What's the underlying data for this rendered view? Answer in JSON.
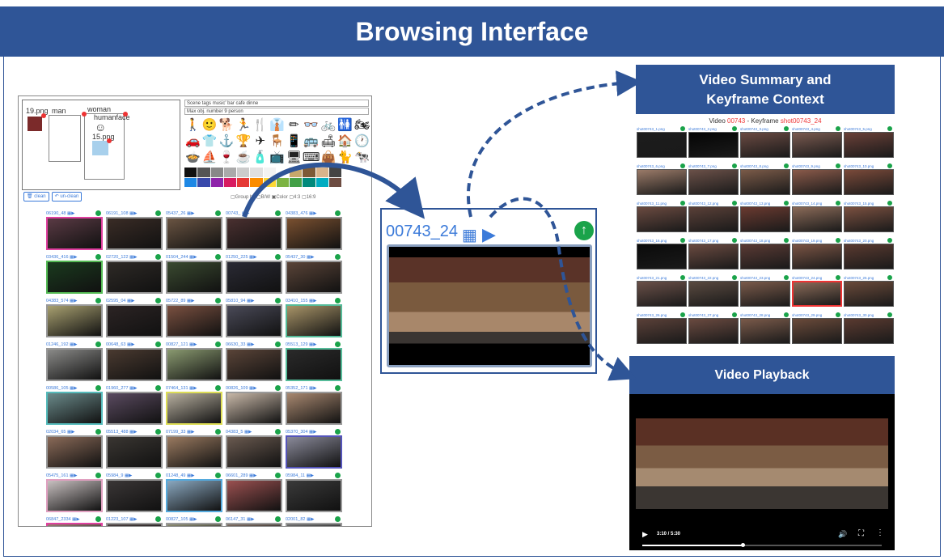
{
  "header": {
    "title": "Browsing Interface"
  },
  "app": {
    "canvas": {
      "labels": [
        "19.png",
        "man",
        "woman",
        "humanface",
        "15.png"
      ]
    },
    "tags_line": "Scene tags music' bar cafe dinne",
    "max_line": "Max obj. number 9 person",
    "icons": [
      "🚶",
      "🙂",
      "🐕",
      "🏃",
      "🍴",
      "👔",
      "✏",
      "👓",
      "🚲",
      "🚻",
      "🏍",
      "🚗",
      "👕",
      "⚓",
      "🏆",
      "✈",
      "🪑",
      "📱",
      "🚌",
      "🛋",
      "🏠",
      "🕐",
      "🍲",
      "⛵",
      "🍷",
      "☕",
      "🧴",
      "📺",
      "🖥",
      "⌨",
      "👜",
      "🐈",
      "🐄",
      "🐘",
      "🐎",
      "🦒",
      "☂",
      "🪁",
      "✂",
      "🍌",
      "🥦",
      "🪴",
      "🍎"
    ],
    "colors": [
      "#111111",
      "#555555",
      "#888888",
      "#aaaaaa",
      "#cccccc",
      "#e0e0e0",
      "#f3f3f3",
      "#ffffff",
      "#c8a86b",
      "#7d5a36",
      "#d9b48c",
      "#444444",
      "#1e88e5",
      "#3949ab",
      "#8e24aa",
      "#d81b60",
      "#e53935",
      "#fb8c00",
      "#fdd835",
      "#7cb342",
      "#43a047",
      "#00897b",
      "#00acc1",
      "#6d4c41"
    ],
    "clean_label": "clean",
    "unclean_label": "un-clean",
    "group_options": "▢Group by  ▢B/W  ▣Color  ▢4:3  ▢16:9",
    "grid": [
      {
        "id": "06190_48",
        "color": "#e040a0",
        "bg": "#5a3a44"
      },
      {
        "id": "06191_108",
        "color": "#999999",
        "bg": "#3a2c26"
      },
      {
        "id": "05437_26",
        "color": "#999999",
        "bg": "#6a5442"
      },
      {
        "id": "00743_",
        "color": "#999999",
        "bg": "#4a3030"
      },
      {
        "id": "04383_476",
        "color": "#999999",
        "bg": "#7a5030"
      },
      {
        "id": "03436_416",
        "color": "#55bb55",
        "bg": "#1a3a1e"
      },
      {
        "id": "02720_122",
        "color": "#999999",
        "bg": "#2e2a26"
      },
      {
        "id": "01504_244",
        "color": "#999999",
        "bg": "#3a4a30"
      },
      {
        "id": "01250_225",
        "color": "#999999",
        "bg": "#2a2a34"
      },
      {
        "id": "05437_30",
        "color": "#999999",
        "bg": "#5a4438"
      },
      {
        "id": "04383_574",
        "color": "#999999",
        "bg": "#a8a070"
      },
      {
        "id": "02595_04",
        "color": "#999999",
        "bg": "#2c2424"
      },
      {
        "id": "05722_89",
        "color": "#999999",
        "bg": "#7a5040"
      },
      {
        "id": "05810_94",
        "color": "#999999",
        "bg": "#4a4a58"
      },
      {
        "id": "03410_155",
        "color": "#55bb99",
        "bg": "#a89468"
      },
      {
        "id": "01246_192",
        "color": "#999999",
        "bg": "#8a8a88"
      },
      {
        "id": "00648_63",
        "color": "#999999",
        "bg": "#4a3a30"
      },
      {
        "id": "00827_121",
        "color": "#999999",
        "bg": "#8a9a70"
      },
      {
        "id": "06630_33",
        "color": "#999999",
        "bg": "#5a4438"
      },
      {
        "id": "05513_129",
        "color": "#55bb99",
        "bg": "#2a2a2a"
      },
      {
        "id": "00586_105",
        "color": "#55bbbb",
        "bg": "#6a8a8a"
      },
      {
        "id": "01960_277",
        "color": "#999999",
        "bg": "#5a4a60"
      },
      {
        "id": "07464_131",
        "color": "#dddd55",
        "bg": "#b8b0a0"
      },
      {
        "id": "00826_109",
        "color": "#999999",
        "bg": "#c8b8a8"
      },
      {
        "id": "05352_171",
        "color": "#999999",
        "bg": "#a88870"
      },
      {
        "id": "02034_65",
        "color": "#999999",
        "bg": "#8a6a58"
      },
      {
        "id": "05513_488",
        "color": "#999999",
        "bg": "#3a3632"
      },
      {
        "id": "07199_33",
        "color": "#999999",
        "bg": "#9a7a60"
      },
      {
        "id": "04383_5",
        "color": "#999999",
        "bg": "#6a5a50"
      },
      {
        "id": "05370_304",
        "color": "#5555bb",
        "bg": "#8a8a9a"
      },
      {
        "id": "05475_161",
        "color": "#e0a0c0",
        "bg": "#c8c0c0"
      },
      {
        "id": "05984_9",
        "color": "#999999",
        "bg": "#3a3636"
      },
      {
        "id": "01248_49",
        "color": "#55aadd",
        "bg": "#8aa8c0"
      },
      {
        "id": "06601_289",
        "color": "#999999",
        "bg": "#9a5050"
      },
      {
        "id": "05984_11",
        "color": "#999999",
        "bg": "#3a3a3a"
      },
      {
        "id": "06847_2334",
        "color": "#e040a0",
        "bg": "#9a7a70"
      },
      {
        "id": "01223_107",
        "color": "#999999",
        "bg": "#4a4040"
      },
      {
        "id": "00827_105",
        "color": "#999999",
        "bg": "#8a8a70"
      },
      {
        "id": "06147_31",
        "color": "#999999",
        "bg": "#7a6a60"
      },
      {
        "id": "02001_82",
        "color": "#999999",
        "bg": "#6a6a6a"
      }
    ]
  },
  "enlarged": {
    "id": "00743_24"
  },
  "summary": {
    "title": "Video Summary and Keyframe Context",
    "caption_prefix": "Video ",
    "caption_video": "00743",
    "caption_mid": " - Keyframe ",
    "caption_shot": "shot00743_24",
    "selected_index": 23,
    "frames": [
      {
        "label": "shot00743_1.png",
        "bg": "#1c1c1c"
      },
      {
        "label": "shot00743_2.png",
        "bg": "#050505"
      },
      {
        "label": "shot00743_3.png",
        "bg": "#6a4a42"
      },
      {
        "label": "shot00743_4.png",
        "bg": "#7a5a50"
      },
      {
        "label": "shot00743_5.png",
        "bg": "#6a4038"
      },
      {
        "label": "shot00743_6.png",
        "bg": "#9a7a68"
      },
      {
        "label": "shot00743_7.png",
        "bg": "#6a5048"
      },
      {
        "label": "shot00743_8.png",
        "bg": "#7a5a48"
      },
      {
        "label": "shot00743_9.png",
        "bg": "#8a5a4a"
      },
      {
        "label": "shot00743_10.png",
        "bg": "#7a4a3a"
      },
      {
        "label": "shot00743_11.png",
        "bg": "#6a4a40"
      },
      {
        "label": "shot00743_12.png",
        "bg": "#5a4038"
      },
      {
        "label": "shot00743_13.png",
        "bg": "#6a3a30"
      },
      {
        "label": "shot00743_14.png",
        "bg": "#8a6a58"
      },
      {
        "label": "shot00743_15.png",
        "bg": "#7a5040"
      },
      {
        "label": "shot00743_16.png",
        "bg": "#0a0a0a"
      },
      {
        "label": "shot00743_17.png",
        "bg": "#6a4a40"
      },
      {
        "label": "shot00743_18.png",
        "bg": "#5a3a34"
      },
      {
        "label": "shot00743_19.png",
        "bg": "#7a5444"
      },
      {
        "label": "shot00743_20.png",
        "bg": "#5a3a30"
      },
      {
        "label": "shot00743_21.png",
        "bg": "#6a5048"
      },
      {
        "label": "shot00743_22.png",
        "bg": "#5a4a40"
      },
      {
        "label": "shot00743_23.png",
        "bg": "#7a5a4a"
      },
      {
        "label": "shot00743_24.png",
        "bg": "#8a6a58"
      },
      {
        "label": "shot00743_25.png",
        "bg": "#6a4a3a"
      },
      {
        "label": "shot00743_26.png",
        "bg": "#5a4038"
      },
      {
        "label": "shot00743_27.png",
        "bg": "#6a4a40"
      },
      {
        "label": "shot00743_28.png",
        "bg": "#7a5a4a"
      },
      {
        "label": "shot00743_29.png",
        "bg": "#6a4a3a"
      },
      {
        "label": "shot00743_30.png",
        "bg": "#5a3a30"
      }
    ]
  },
  "playback": {
    "title": "Video Playback",
    "time": "3:10 / 5:30",
    "progress": 0.42
  },
  "accent": "#2f5597",
  "link_color": "#3b7ad9"
}
